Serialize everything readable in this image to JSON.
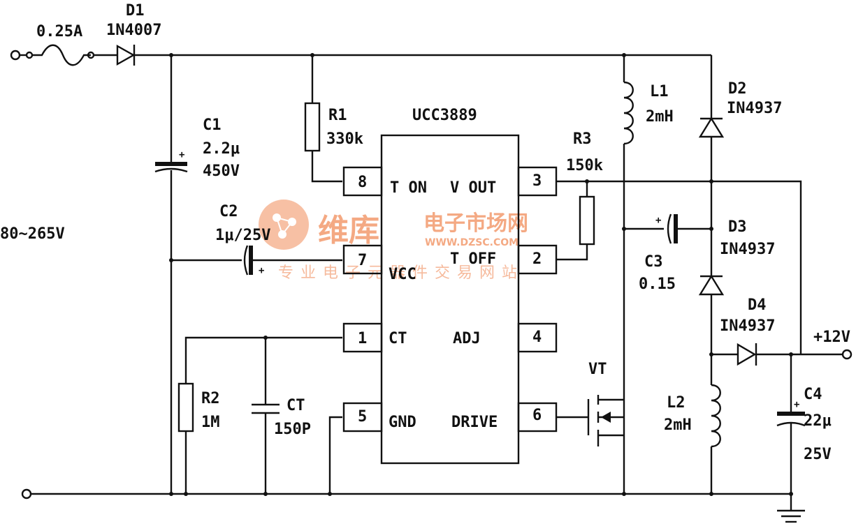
{
  "ic": {
    "name": "UCC3889",
    "pins": {
      "p8": {
        "num": "8",
        "label": "T ON"
      },
      "p7": {
        "num": "7",
        "label": "VCC"
      },
      "p1": {
        "num": "1",
        "label": "CT"
      },
      "p5": {
        "num": "5",
        "label": "GND"
      },
      "p3": {
        "num": "3",
        "label": "V OUT"
      },
      "p2": {
        "num": "2",
        "label": "T OFF"
      },
      "p4": {
        "num": "4",
        "label": "ADJ"
      },
      "p6": {
        "num": "6",
        "label": "DRIVE"
      }
    }
  },
  "components": {
    "fuse": {
      "value": "0.25A"
    },
    "d1": {
      "ref": "D1",
      "value": "1N4007"
    },
    "c1": {
      "ref": "C1",
      "value": "2.2μ",
      "voltage": "450V"
    },
    "r1": {
      "ref": "R1",
      "value": "330k"
    },
    "c2": {
      "ref": "C2",
      "value": "1μ/25V"
    },
    "r2": {
      "ref": "R2",
      "value": "1M"
    },
    "ct": {
      "ref": "CT",
      "value": "150P"
    },
    "r3": {
      "ref": "R3",
      "value": "150k"
    },
    "l1": {
      "ref": "L1",
      "value": "2mH"
    },
    "d2": {
      "ref": "D2",
      "value": "IN4937"
    },
    "d3": {
      "ref": "D3",
      "value": "IN4937"
    },
    "c3": {
      "ref": "C3",
      "value": "0.15"
    },
    "d4": {
      "ref": "D4",
      "value": "IN4937"
    },
    "vt": {
      "ref": "VT"
    },
    "l2": {
      "ref": "L2",
      "value": "2mH"
    },
    "c4": {
      "ref": "C4",
      "value": "22μ",
      "voltage": "25V"
    }
  },
  "terminals": {
    "input": "80~265V",
    "output": "+12V"
  },
  "watermark": {
    "logo": "维库",
    "market": "电子市场网",
    "url": "WWW.DZSC.COM",
    "tagline": "专业电子元器件交易网站"
  }
}
